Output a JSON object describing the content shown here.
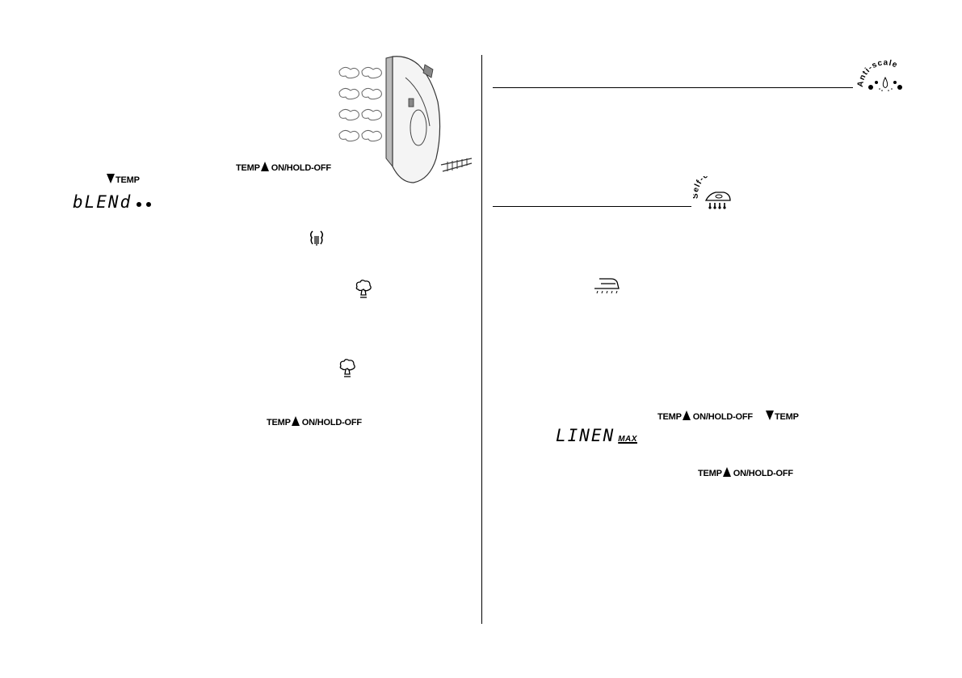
{
  "labels": {
    "temp": "TEMP",
    "on_hold_off": "ON/HOLD-OFF"
  },
  "lcd": {
    "blend": "bLENd",
    "linen": "LINEN",
    "max": "MAX"
  },
  "badges": {
    "anti_scale": "Anti-scale",
    "self_clean": "Self-clean"
  },
  "icons": {
    "vertical_steam": "vertical-steam-icon",
    "steam_burst": "steam-burst-icon",
    "soleplate": "soleplate-icon",
    "iron_illustration": "iron-vertical-steam-illustration"
  },
  "colors": {
    "ink": "#000000",
    "paper": "#ffffff"
  }
}
